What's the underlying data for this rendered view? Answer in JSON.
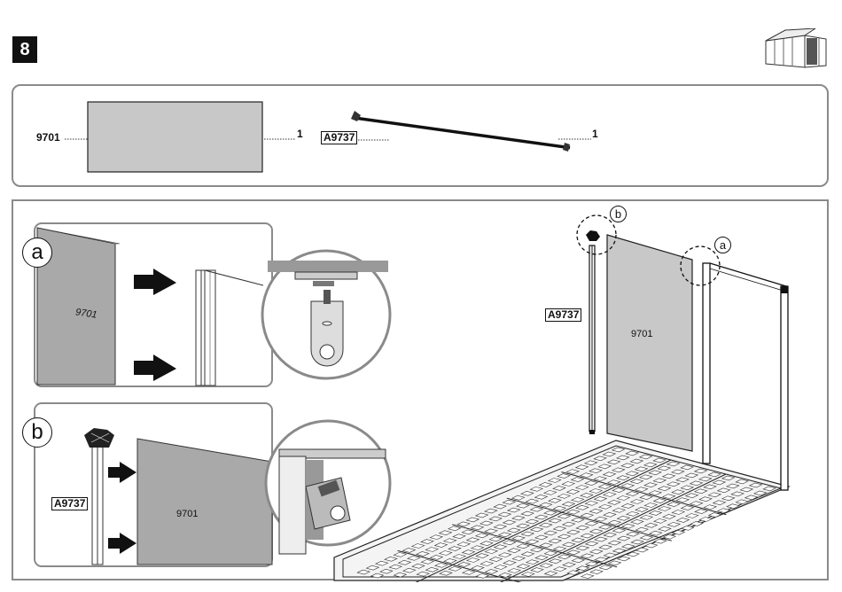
{
  "step": {
    "number": "8"
  },
  "icons": {
    "shed": "shed-thumbnail-icon",
    "arrow": "push-arrow-icon"
  },
  "parts": [
    {
      "code": "9701",
      "quantity": "1"
    },
    {
      "code": "A9737",
      "quantity": "1"
    }
  ],
  "main": {
    "panel_code": "9701",
    "profile_code": "A9737",
    "callout_a": "a",
    "callout_b": "b"
  },
  "detail_a": {
    "label": "a",
    "panel_code": "9701"
  },
  "detail_b": {
    "label": "b",
    "panel_code": "9701",
    "profile_code": "A9737"
  },
  "colors": {
    "panel_fill": "#c8c8c8",
    "frame": "#8a8a8a"
  }
}
